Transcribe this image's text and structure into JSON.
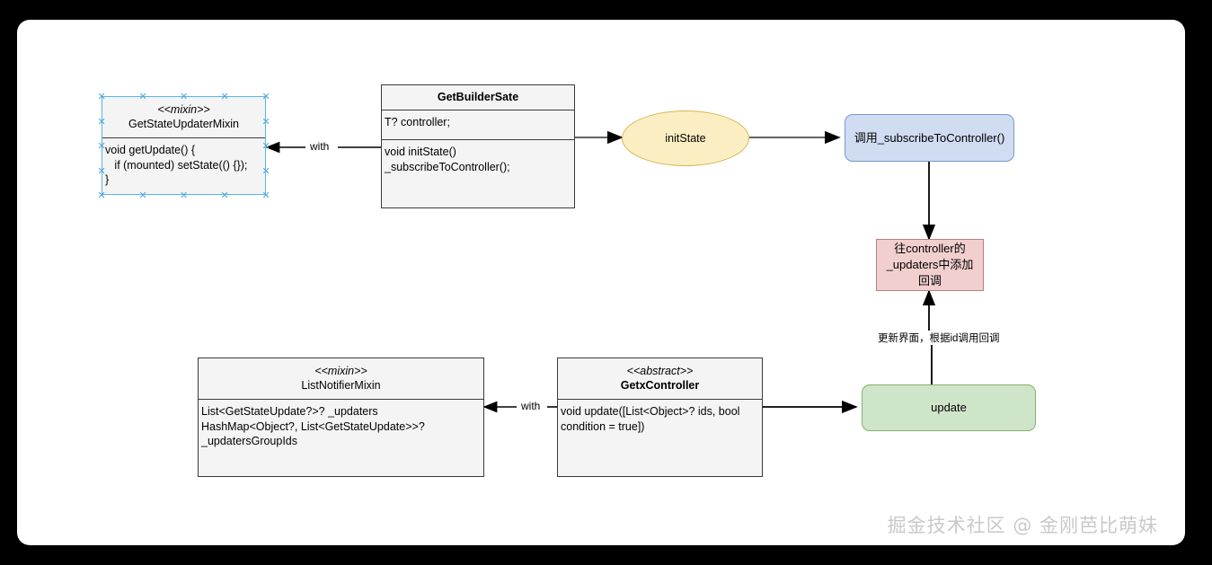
{
  "canvas": {
    "background": "#ffffff",
    "frame_color": "#000000"
  },
  "nodes": {
    "get_state_updater_mixin": {
      "stereotype": "<<mixin>>",
      "name": "GetStateUpdaterMixin",
      "body": "void getUpdate() {\n   if (mounted) setState(() {});\n}",
      "selected": true,
      "fill": "#f4f4f4",
      "stroke": "#3a3a3a"
    },
    "get_builder_sate": {
      "stereotype": "",
      "name": "GetBuilderSate",
      "attributes": "T? controller;",
      "methods": "void initState()\n_subscribeToController();",
      "fill": "#f4f4f4",
      "stroke": "#3a3a3a"
    },
    "init_state": {
      "label": "initState",
      "fill": "#fbeec2",
      "stroke": "#d6b656"
    },
    "subscribe_to_controller": {
      "label": "调用_subscribeToController()",
      "fill": "#cfdcf2",
      "stroke": "#7c97c9"
    },
    "add_callback": {
      "label": "往controller的\n_updaters中添加回调",
      "line1": "往controller的",
      "line2": "_updaters中添加回调",
      "fill": "#f2cfcf",
      "stroke": "#b97e7e"
    },
    "list_notifier_mixin": {
      "stereotype": "<<mixin>>",
      "name": "ListNotifierMixin",
      "body": "List<GetStateUpdate?>? _updaters\nHashMap<Object?, List<GetStateUpdate>>?\n_updatersGroupIds",
      "fill": "#f4f4f4",
      "stroke": "#3a3a3a"
    },
    "getx_controller": {
      "stereotype": "<<abstract>>",
      "name": "GetxController",
      "body": "void update([List<Object>? ids, bool\ncondition = true])",
      "fill": "#f4f4f4",
      "stroke": "#3a3a3a"
    },
    "update": {
      "label": "update",
      "fill": "#cfe5c9",
      "stroke": "#85b06f"
    }
  },
  "edges": {
    "with_top": {
      "label": "with"
    },
    "builder_to_initstate": {
      "label": ""
    },
    "initstate_to_subscribe": {
      "label": ""
    },
    "subscribe_to_add": {
      "label": ""
    },
    "update_to_add": {
      "label": "更新界面，根据id调用回调"
    },
    "with_bottom": {
      "label": "with"
    },
    "controller_to_update": {
      "label": ""
    }
  },
  "watermark": {
    "text": "掘金技术社区 @ 金刚芭比萌妹"
  }
}
